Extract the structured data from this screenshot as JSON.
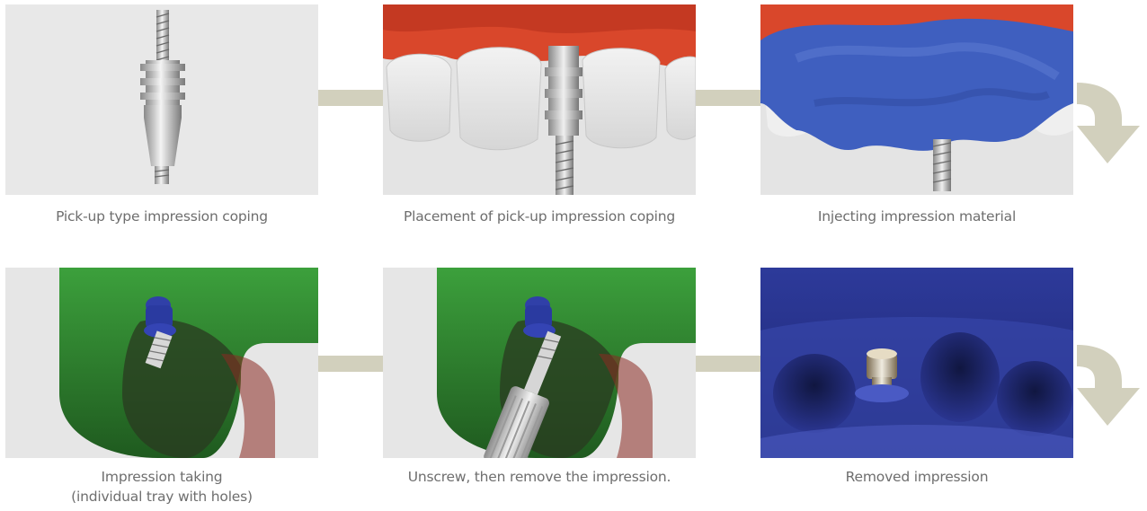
{
  "steps": [
    {
      "caption": "Pick-up type impression coping"
    },
    {
      "caption": "Placement of pick-up impression coping"
    },
    {
      "caption": "Injecting impression material"
    },
    {
      "caption_line1": "Impression taking",
      "caption_line2": "(individual tray with holes)"
    },
    {
      "caption": "Unscrew, then remove the impression."
    },
    {
      "caption": "Removed impression"
    }
  ],
  "colors": {
    "connector": "#d2d0bd",
    "panel_bg": "#e6e6e6",
    "gum": "#d9472b",
    "impression_blue": "#3f5fbf",
    "tray_green": "#2e8a2e"
  }
}
